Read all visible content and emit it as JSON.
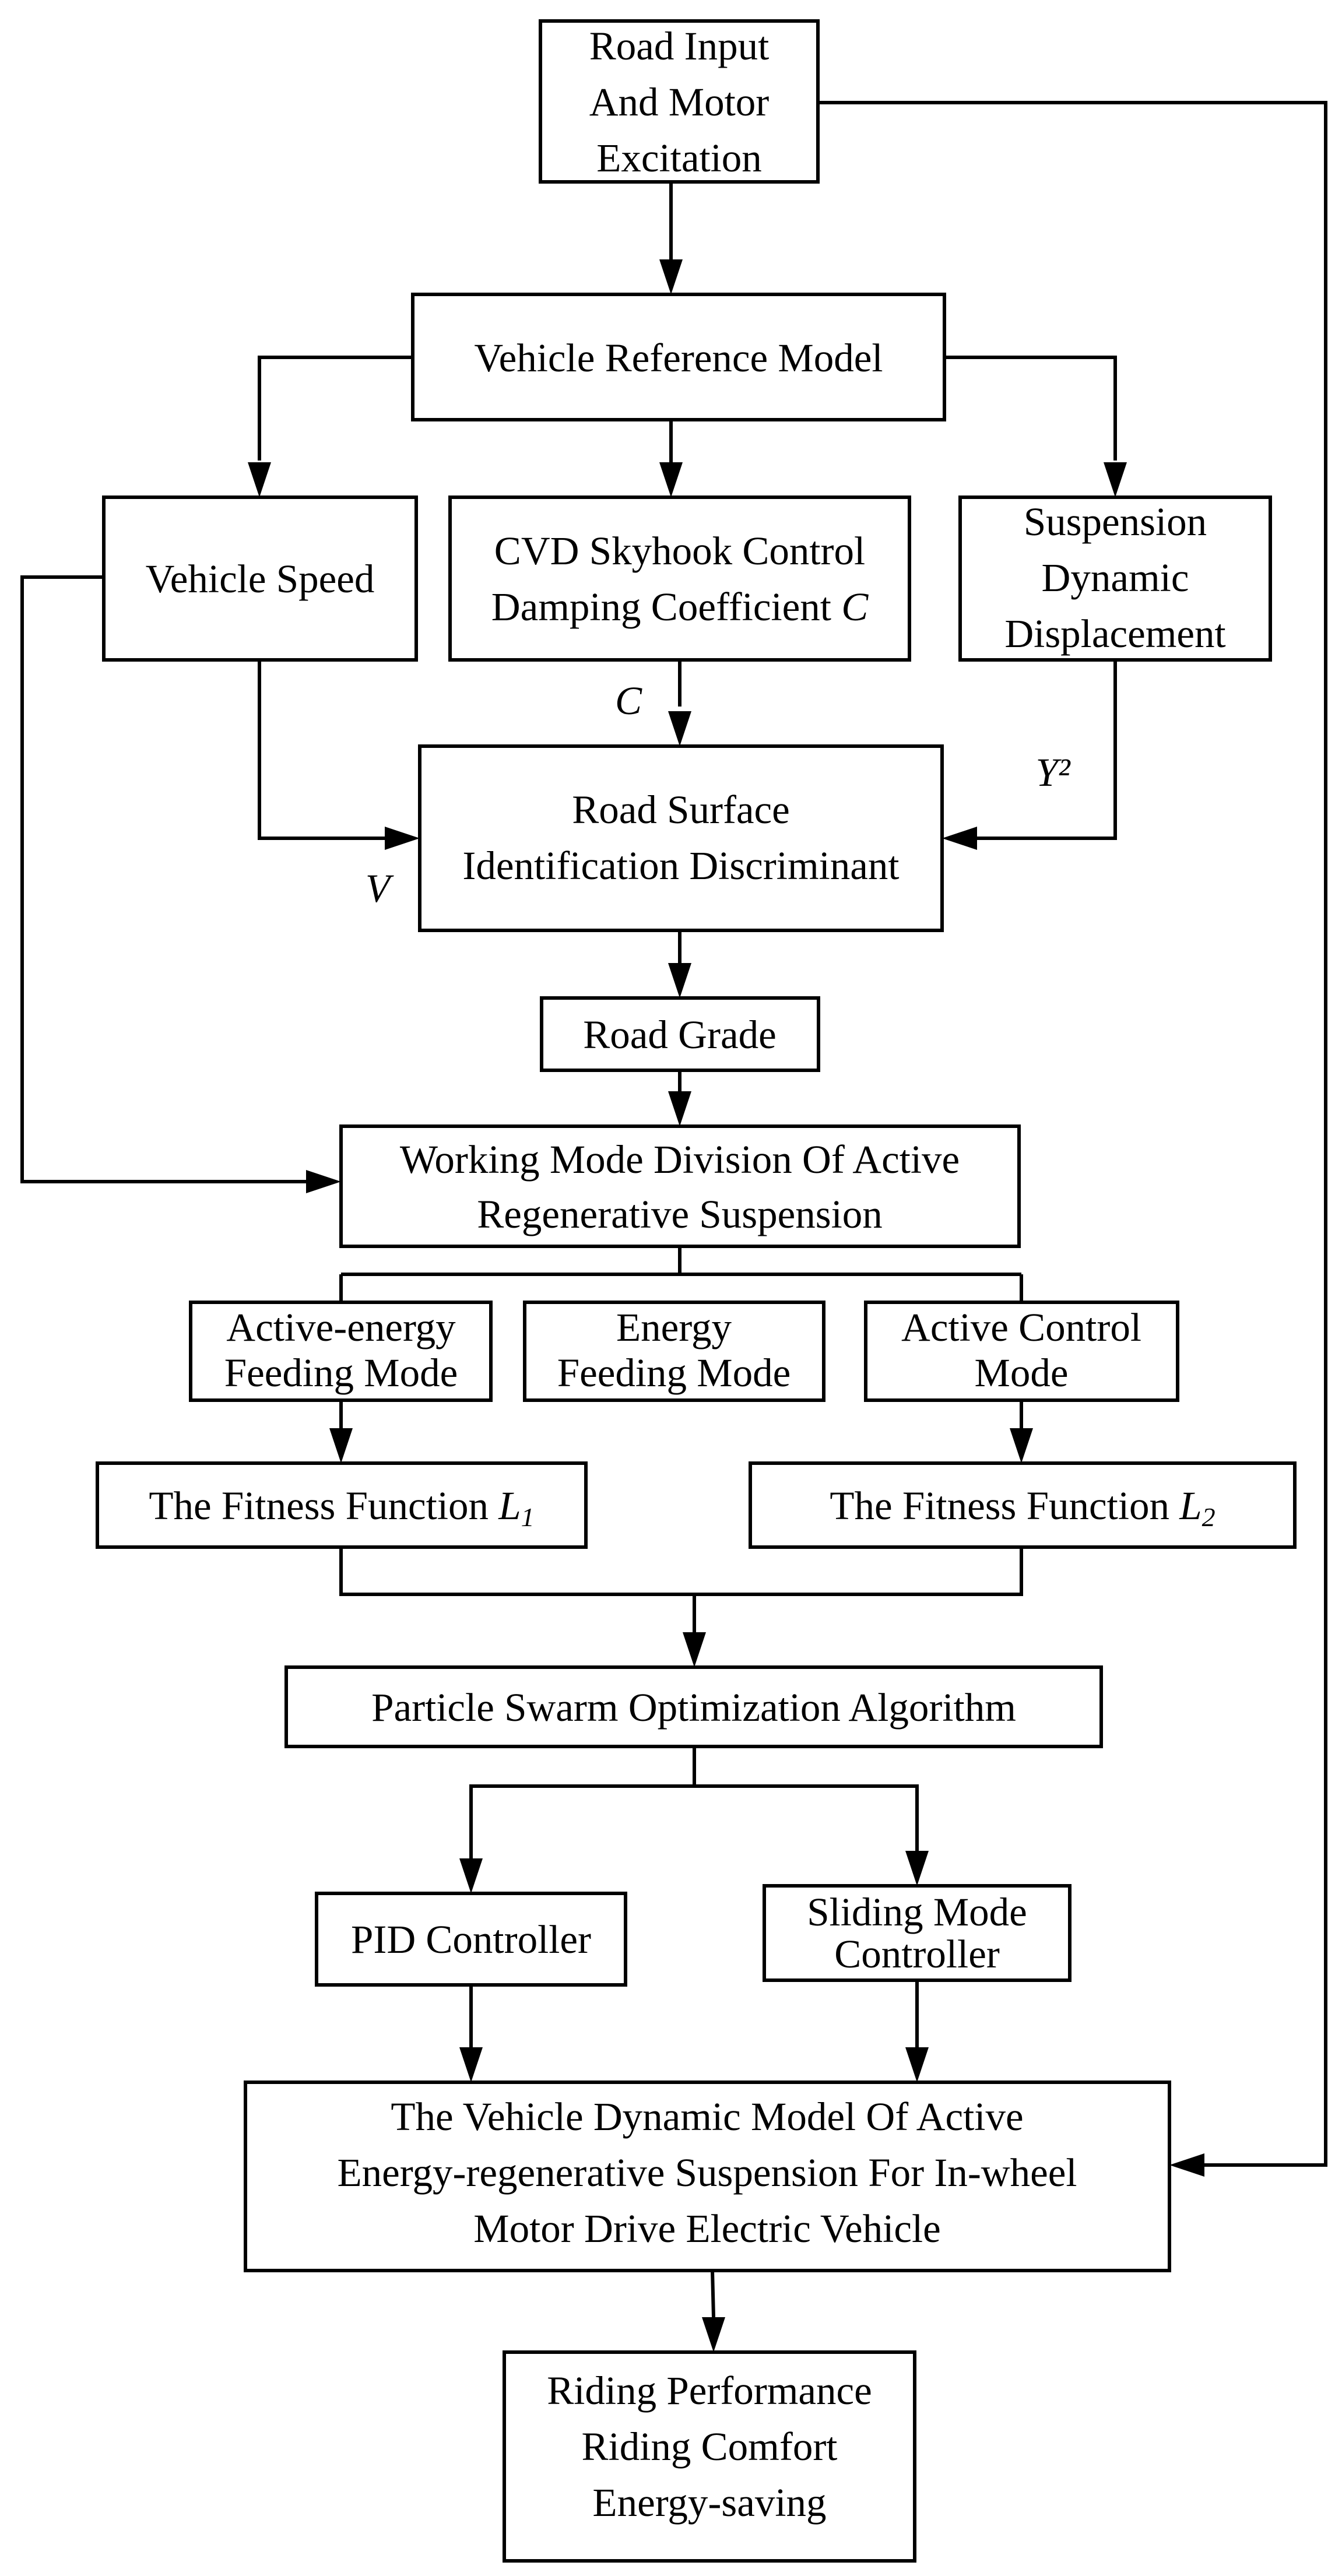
{
  "nodes": {
    "road_input": [
      "Road Input",
      "And Motor",
      "Excitation"
    ],
    "vehicle_reference_model": [
      "Vehicle Reference Model"
    ],
    "vehicle_speed": [
      "Vehicle Speed"
    ],
    "cvd_skyhook": {
      "line1": "CVD Skyhook Control",
      "line2": "Damping Coefficient ",
      "symbol": "C"
    },
    "suspension_dynamic_displacement": [
      "Suspension",
      "Dynamic",
      "Displacement"
    ],
    "road_surface_identification": [
      "Road Surface",
      "Identification Discriminant"
    ],
    "road_grade": [
      "Road Grade"
    ],
    "working_mode_division": [
      "Working Mode Division Of Active",
      "Regenerative Suspension"
    ],
    "active_energy_feeding_mode": [
      "Active-energy",
      "Feeding Mode"
    ],
    "energy_feeding_mode": [
      "Energy",
      "Feeding Mode"
    ],
    "active_control_mode": [
      "Active Control",
      "Mode"
    ],
    "fitness_function_l1": {
      "text": "The Fitness Function ",
      "symbol": "L",
      "subscript": "1"
    },
    "fitness_function_l2": {
      "text": "The Fitness Function ",
      "symbol": "L",
      "subscript": "2"
    },
    "pso": [
      "Particle Swarm Optimization Algorithm"
    ],
    "pid_controller": [
      "PID Controller"
    ],
    "sliding_mode_controller": [
      "Sliding Mode",
      "Controller"
    ],
    "vehicle_dynamic_model": [
      "The Vehicle Dynamic Model Of Active",
      "Energy-regenerative Suspension For In-wheel",
      "Motor Drive Electric Vehicle"
    ],
    "outputs": [
      "Riding Performance",
      "Riding Comfort",
      "Energy-saving"
    ]
  },
  "edge_labels": {
    "c": "C",
    "v": "V",
    "y2": "Y²"
  },
  "colors": {
    "stroke": "#000000",
    "background": "#ffffff",
    "text": "#000000"
  }
}
